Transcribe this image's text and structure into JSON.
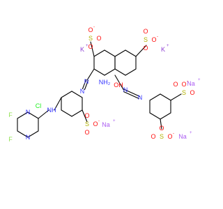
{
  "colors": {
    "carbon_bond": "#000000",
    "N": "#3333ff",
    "O": "#ff0d0d",
    "S": "#b2b200",
    "F": "#90e050",
    "Cl": "#1ff01f",
    "K": "#8f40d4",
    "Na": "#ab5cf2"
  },
  "atom_labels": {
    "K": "K",
    "Na": "Na",
    "plus": "+",
    "minus": "-",
    "S": "S",
    "O": "O",
    "N": "N",
    "F": "F",
    "Cl": "Cl",
    "NH": "NH",
    "NH2": "NH₂",
    "OH": "OH"
  }
}
